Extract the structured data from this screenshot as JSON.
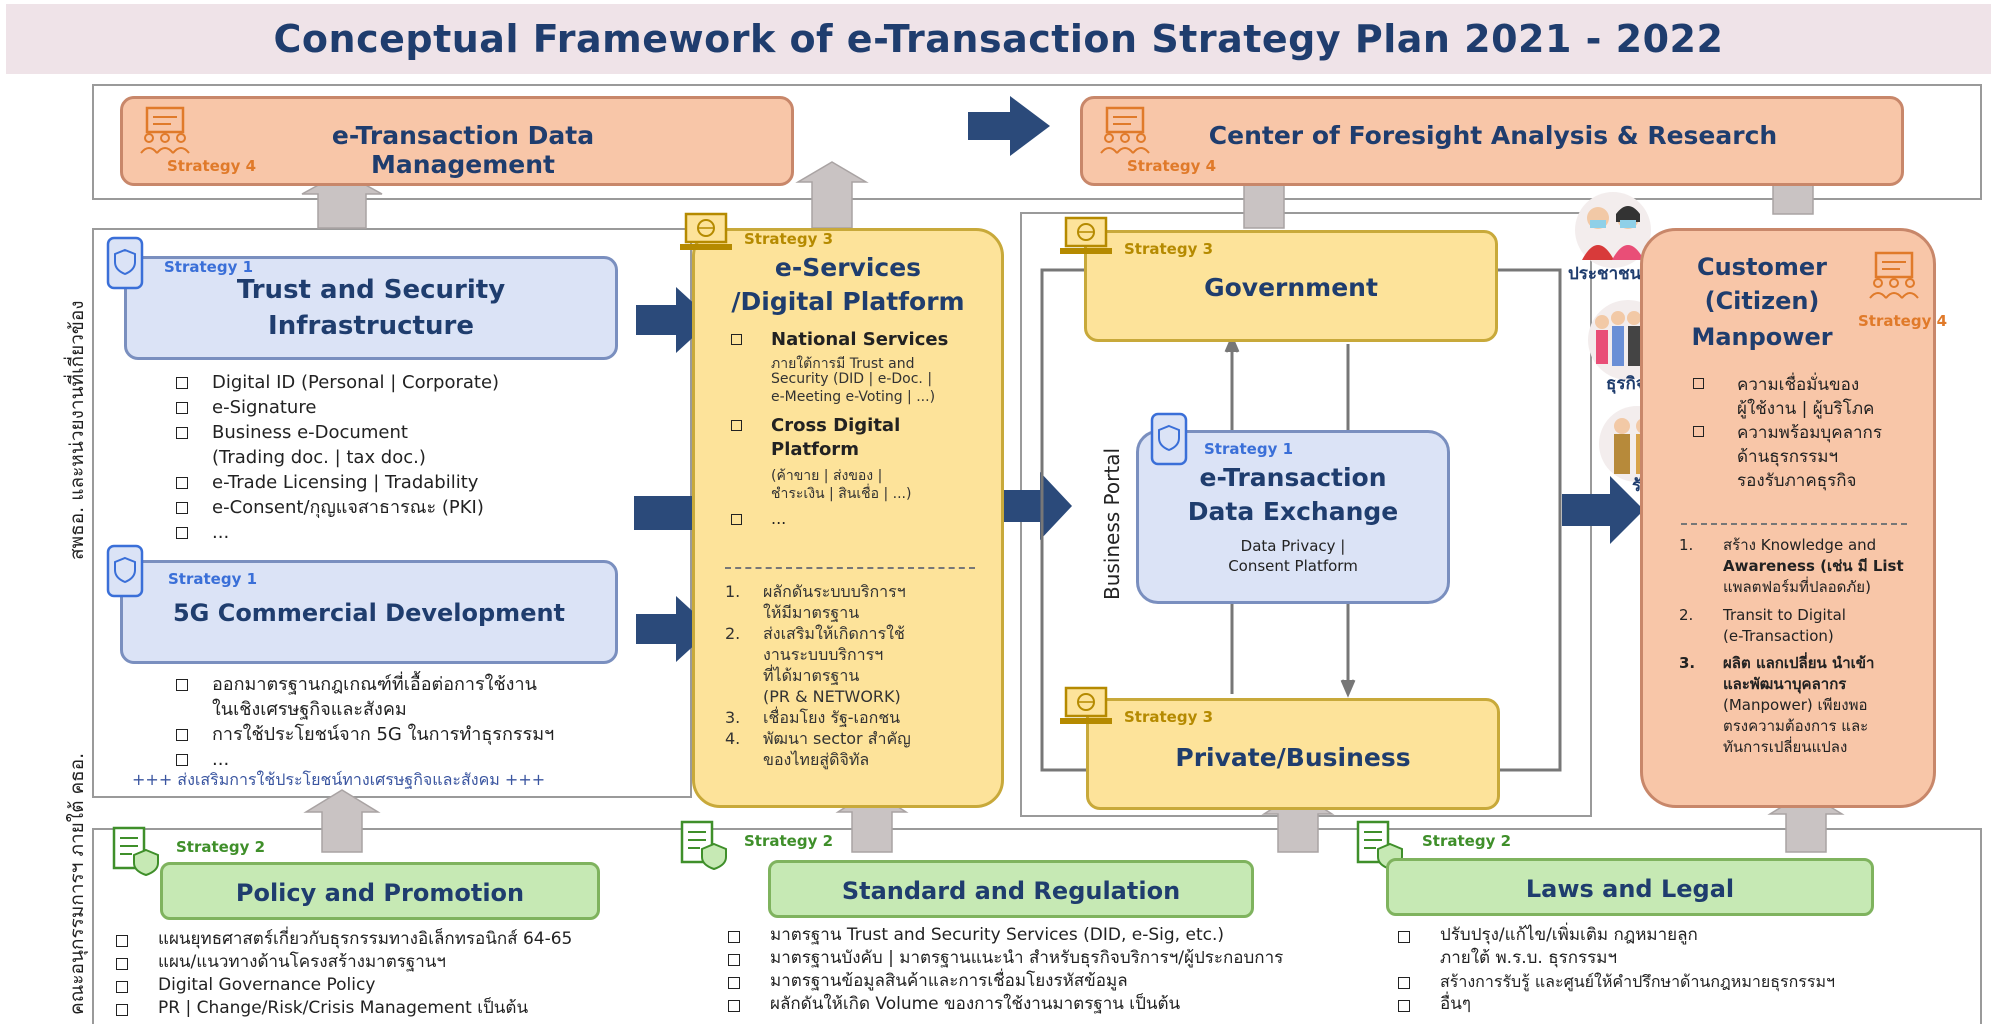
{
  "title": "Conceptual Framework of e-Transaction Strategy Plan 2021 - 2022",
  "side_labels": {
    "upper": "สพธอ. และหน่วยงานที่เกี่ยวข้อง",
    "lower": "คณะอนุกรรมการฯ ภายใต้ คธอ."
  },
  "top_left": {
    "title": "e-Transaction Data Management",
    "strategy": "Strategy 4"
  },
  "top_right": {
    "title": "Center of Foresight Analysis & Research",
    "strategy": "Strategy 4"
  },
  "trust": {
    "strategy": "Strategy 1",
    "title_line1": "Trust and Security",
    "title_line2": "Infrastructure",
    "items": [
      "Digital ID (Personal | Corporate)",
      "e-Signature",
      "Business e-Document",
      "(Trading doc. | tax doc.)",
      "e-Trade Licensing | Tradability",
      "e-Consent/กุญแจสาธารณะ (PKI)",
      "..."
    ]
  },
  "fiveg": {
    "strategy": "Strategy 1",
    "title": "5G Commercial Development",
    "items": [
      "ออกมาตรฐานกฎเกณฑ์ที่เอื้อต่อการใช้งาน",
      "ในเชิงเศรษฐกิจและสังคม",
      "การใช้ประโยชน์จาก 5G ในการทำธุรกรรมฯ",
      "..."
    ],
    "footer": "+++ ส่งเสริมการใช้ประโยชน์ทางเศรษฐกิจและสังคม +++"
  },
  "eservices": {
    "strategy": "Strategy 3",
    "title_line1": "e-Services",
    "title_line2": "/Digital Platform",
    "national_title": "National Services",
    "national_desc1": "ภายใต้การมี Trust and",
    "national_desc2": "Security (DID | e-Doc. |",
    "national_desc3": "e-Meeting e-Voting | ...)",
    "cross_title1": "Cross Digital",
    "cross_title2": "Platform",
    "cross_desc1": "(ค้าขาย | ส่งของ |",
    "cross_desc2": "ชำระเงิน | สินเชื่อ | ...)",
    "more": "...",
    "steps": [
      {
        "n": "1.",
        "l1": "ผลักดันระบบบริการฯ",
        "l2": "ให้มีมาตรฐาน"
      },
      {
        "n": "2.",
        "l1": "ส่งเสริมให้เกิดการใช้",
        "l2": "งานระบบบริการฯ"
      },
      {
        "n": "",
        "l1": "ที่ได้มาตรฐาน",
        "l2": "(PR & NETWORK)"
      },
      {
        "n": "3.",
        "l1": "เชื่อมโยง รัฐ-เอกชน",
        "l2": ""
      },
      {
        "n": "4.",
        "l1": "พัฒนา sector สำคัญ",
        "l2": "ของไทยสู่ดิจิทัล"
      }
    ]
  },
  "government": {
    "strategy": "Strategy 3",
    "title": "Government"
  },
  "private": {
    "strategy": "Strategy 3",
    "title": "Private/Business"
  },
  "portal_label": "Business Portal",
  "exchange": {
    "strategy": "Strategy 1",
    "title_line1": "e-Transaction",
    "title_line2": "Data Exchange",
    "sub1": "Data Privacy |",
    "sub2": "Consent Platform"
  },
  "people": {
    "citizen": "ประชาชน",
    "business": "ธุรกิจ",
    "state": "รัฐ"
  },
  "customer": {
    "title_line1": "Customer",
    "title_line2": "(Citizen)",
    "title_line3": "Manpower",
    "strategy": "Strategy 4",
    "items": [
      "ความเชื่อมั่นของ",
      "ผู้ใช้งาน | ผู้บริโภค",
      "ความพร้อมบุคลากร",
      "ด้านธุรกรรมฯ",
      "รองรับภาคธุรกิจ"
    ],
    "steps": [
      {
        "n": "1.",
        "lines": [
          "สร้าง Knowledge and",
          "Awareness (เช่น มี List",
          "แพลตฟอร์มที่ปลอดภัย)"
        ]
      },
      {
        "n": "2.",
        "lines": [
          "Transit to Digital",
          "(e-Transaction)"
        ]
      },
      {
        "n": "3.",
        "lines": [
          "ผลิต แลกเปลี่ยน นำเข้า",
          "และพัฒนาบุคลากร",
          "(Manpower) เพียงพอ",
          "ตรงความต้องการ และ",
          "ทันการเปลี่ยนแปลง"
        ]
      }
    ]
  },
  "policy": {
    "strategy": "Strategy 2",
    "title": "Policy and Promotion",
    "items": [
      "แผนยุทธศาสตร์เกี่ยวกับธุรกรรมทางอิเล็กทรอนิกส์ 64-65",
      "แผน/แนวทางด้านโครงสร้างมาตรฐานฯ",
      "Digital Governance Policy",
      "PR | Change/Risk/Crisis Management เป็นต้น"
    ]
  },
  "standard": {
    "strategy": "Strategy 2",
    "title": "Standard and Regulation",
    "items": [
      "มาตรฐาน Trust and Security Services (DID, e-Sig, etc.)",
      "มาตรฐานบังคับ | มาตรฐานแนะนำ สำหรับธุรกิจบริการฯ/ผู้ประกอบการ",
      "มาตรฐานข้อมูลสินค้าและการเชื่อมโยงรหัสข้อมูล",
      "ผลักดันให้เกิด Volume ของการใช้งานมาตรฐาน เป็นต้น"
    ]
  },
  "laws": {
    "strategy": "Strategy 2",
    "title": "Laws and Legal",
    "items": [
      "ปรับปรุง/แก้ไข/เพิ่มเติม กฎหมายลูก",
      "ภายใต้ พ.ร.บ. ธุรกรรมฯ",
      "สร้างการรับรู้ และศูนย์ให้คำปรึกษาด้านกฎหมายธุรกรรมฯ",
      "อื่นๆ"
    ]
  },
  "colors": {
    "title": "#1f3d6e",
    "arrow": "#2b4a7a",
    "gray_arrow": "#c9c3c3"
  }
}
